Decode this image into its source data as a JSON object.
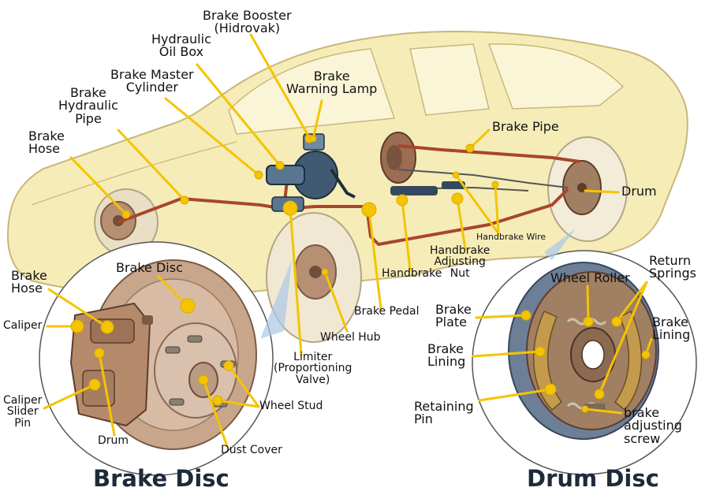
{
  "colors": {
    "leader": "#f4c400",
    "car_body": "#f6ecb8",
    "car_outline": "#c9b77a",
    "brake_pipe": "#a8462c",
    "disc_metal": "#c8a68c",
    "drum_metal": "#a07f63",
    "shoe_lining": "#c49a4c",
    "title_text": "#1d2a3a"
  },
  "captions": {
    "brake_disc": "Brake Disc",
    "drum_disc": "Drum Disc"
  },
  "labels": {
    "brake_booster": "Brake Booster\n(Hidrovak)",
    "hydraulic_oil_box": "Hydraulic\nOil Box",
    "brake_master_cylinder": "Brake Master\nCylinder",
    "brake_warning_lamp": "Brake\nWarning Lamp",
    "brake_hydraulic_pipe": "Brake\nHydraulic\nPipe",
    "brake_hose_top": "Brake\nHose",
    "brake_pipe": "Brake Pipe",
    "drum": "Drum",
    "handbrake_wire": "Handbrake Wire",
    "handbrake_adjusting_nut": "Handbrake\nAdjusting\nNut",
    "handbrake": "Handbrake",
    "brake_pedal": "Brake Pedal",
    "wheel_hub": "Wheel Hub",
    "limiter": "Limiter\n(Proportioning\nValve)",
    "brake_hose_disc": "Brake\nHose",
    "brake_disc_label": "Brake Disc",
    "caliper": "Caliper",
    "caliper_slider_pin": "Caliper\nSlider\nPin",
    "drum_disc_label": "Drum",
    "wheel_stud": "Wheel Stud",
    "dust_cover": "Dust Cover",
    "wheel_roller": "Wheel Roller",
    "return_springs": "Return\nSprings",
    "brake_plate": "Brake\nPlate",
    "brake_lining_left": "Brake\nLining",
    "brake_lining_right": "Brake\nLining",
    "retaining_pin": "Retaining\nPin",
    "brake_adjusting_screw": "brake\nadjusting\nscrew"
  }
}
